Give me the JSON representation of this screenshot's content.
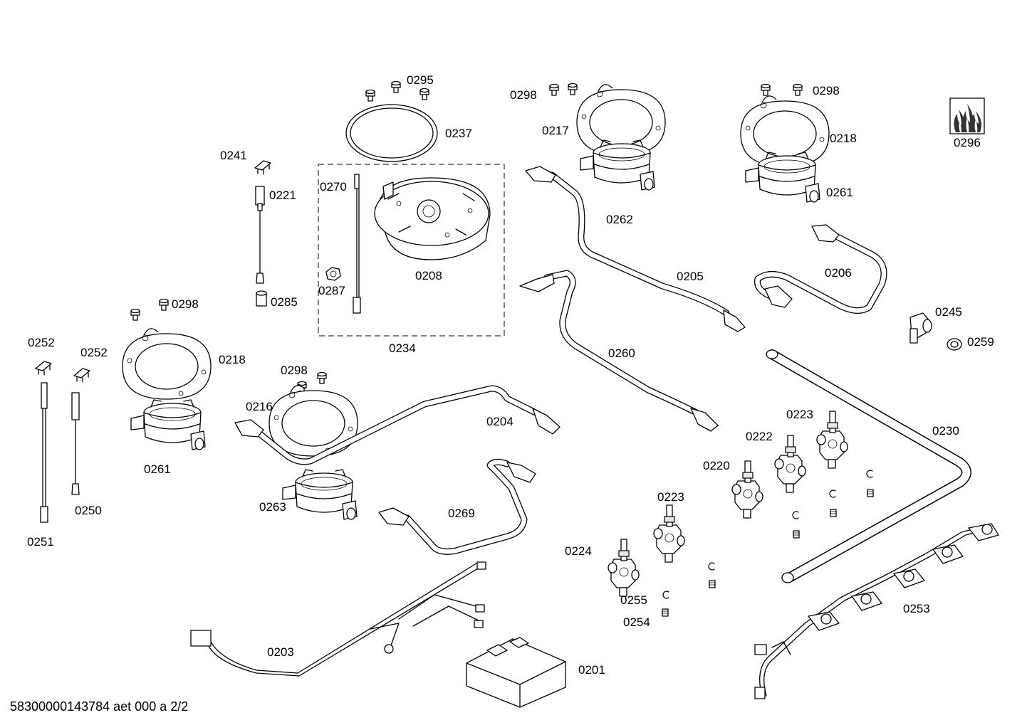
{
  "labels": {
    "p0295": "0295",
    "p0237": "0237",
    "p0298a": "0298",
    "p0217": "0217",
    "p0298b": "0298",
    "p0218a": "0218",
    "p0296": "0296",
    "p0241": "0241",
    "p0221": "0221",
    "p0270": "0270",
    "p0262": "0262",
    "p0261a": "0261",
    "p0208": "0208",
    "p0287": "0287",
    "p0285": "0285",
    "p0205": "0205",
    "p0206": "0206",
    "p0298c": "0298",
    "p0245": "0245",
    "p0252a": "0252",
    "p0252b": "0252",
    "p0218b": "0218",
    "p0234": "0234",
    "p0259": "0259",
    "p0260": "0260",
    "p0298d": "0298",
    "p0216": "0216",
    "p0223a": "0223",
    "p0204": "0204",
    "p0230": "0230",
    "p0222": "0222",
    "p0220": "0220",
    "p0261b": "0261",
    "p0250": "0250",
    "p0263": "0263",
    "p0223b": "0223",
    "p0269": "0269",
    "p0251": "0251",
    "p0224": "0224",
    "p0255": "0255",
    "p0253": "0253",
    "p0254": "0254",
    "p0203": "0203",
    "p0201": "0201"
  },
  "footer": "58300000143784 aet 000 a 2/2"
}
